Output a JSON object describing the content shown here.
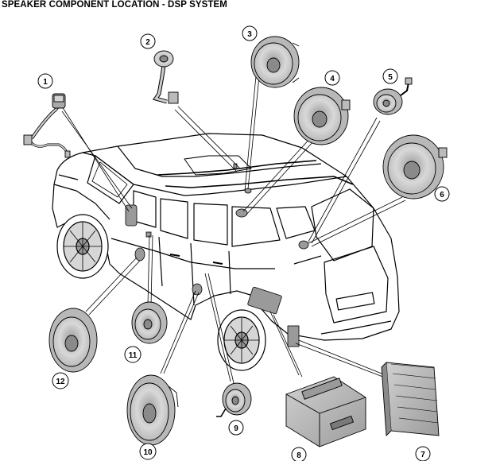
{
  "title": "SPEAKER COMPONENT LOCATION - DSP SYSTEM",
  "callouts": [
    {
      "id": "1",
      "label": "1"
    },
    {
      "id": "2",
      "label": "2"
    },
    {
      "id": "3",
      "label": "3"
    },
    {
      "id": "4",
      "label": "4"
    },
    {
      "id": "5",
      "label": "5"
    },
    {
      "id": "6",
      "label": "6"
    },
    {
      "id": "7",
      "label": "7"
    },
    {
      "id": "8",
      "label": "8"
    },
    {
      "id": "9",
      "label": "9"
    },
    {
      "id": "10",
      "label": "10"
    },
    {
      "id": "11",
      "label": "11"
    },
    {
      "id": "12",
      "label": "12"
    }
  ],
  "colors": {
    "line": "#000000",
    "part_fill": "#c8c8c8",
    "part_dark": "#8a8a8a",
    "background": "#ffffff"
  }
}
